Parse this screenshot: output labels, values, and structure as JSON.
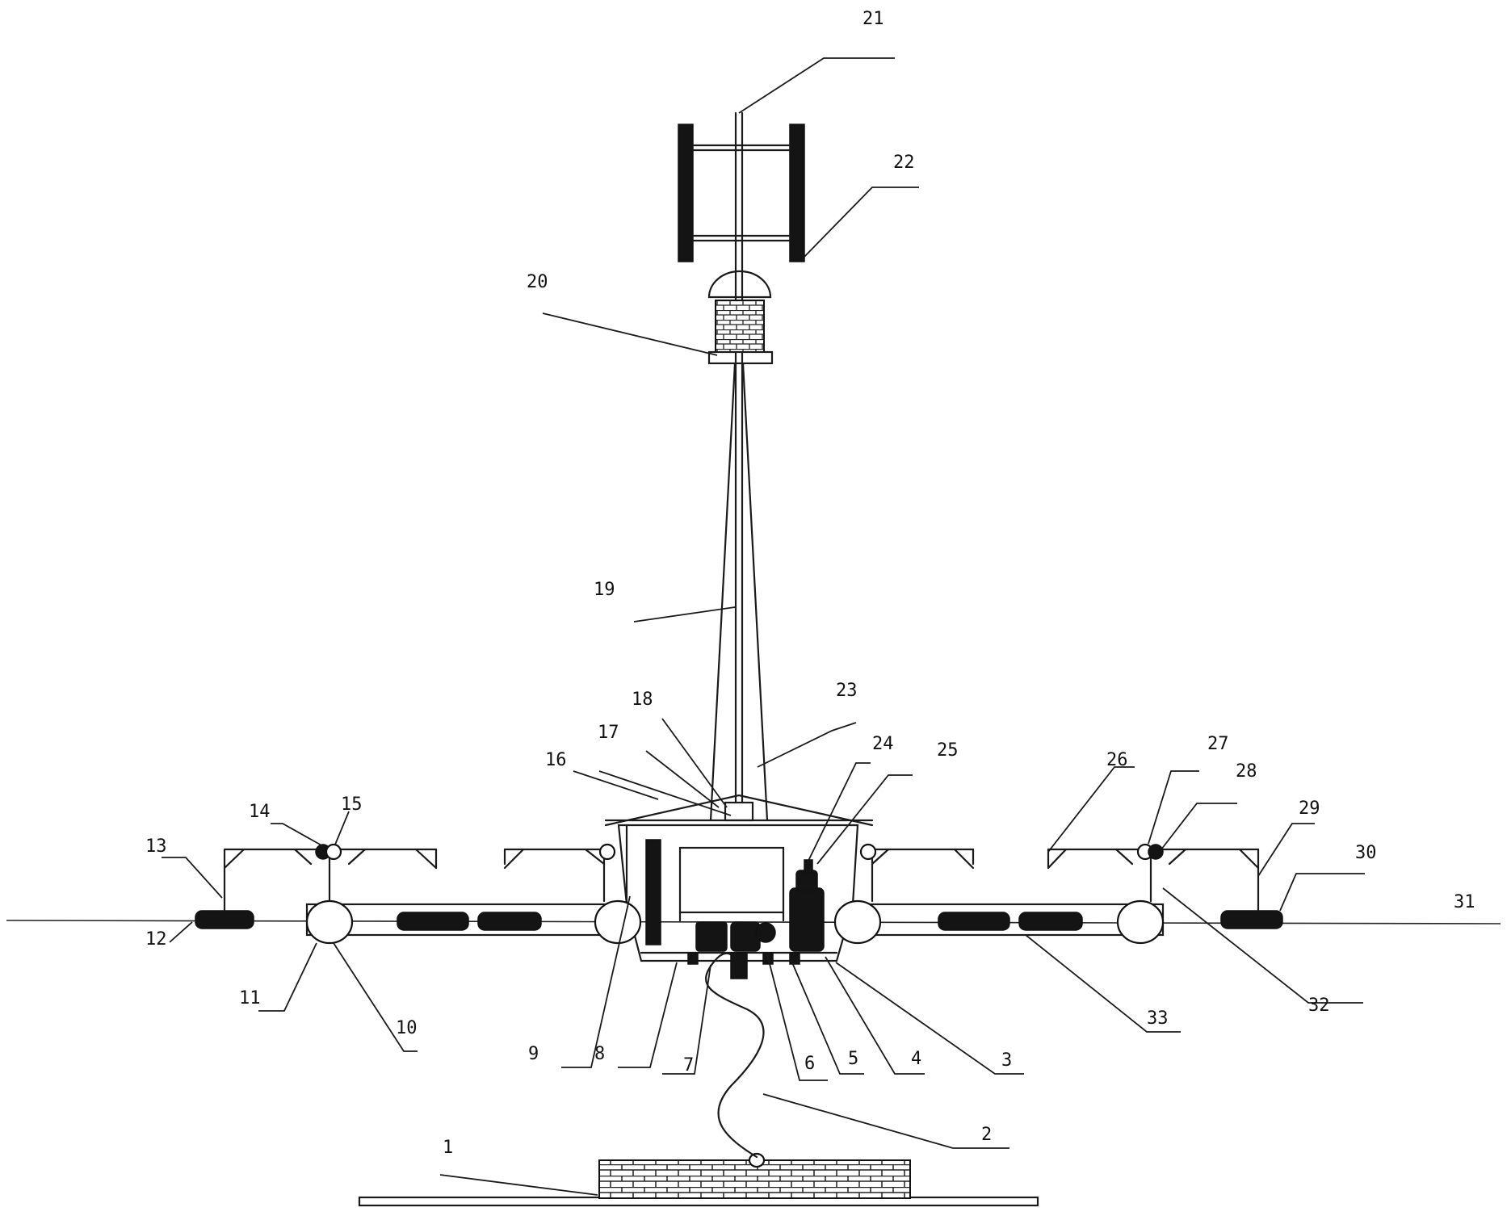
{
  "figure": {
    "labels": {
      "l1": "1",
      "l2": "2",
      "l3": "3",
      "l4": "4",
      "l5": "5",
      "l6": "6",
      "l7": "7",
      "l8": "8",
      "l9": "9",
      "l10": "10",
      "l11": "11",
      "l12": "12",
      "l13": "13",
      "l14": "14",
      "l15": "15",
      "l16": "16",
      "l17": "17",
      "l18": "18",
      "l19": "19",
      "l20": "20",
      "l21": "21",
      "l22": "22",
      "l23": "23",
      "l24": "24",
      "l25": "25",
      "l26": "26",
      "l27": "27",
      "l28": "28",
      "l29": "29",
      "l30": "30",
      "l31": "31",
      "l32": "32",
      "l33": "33"
    }
  }
}
